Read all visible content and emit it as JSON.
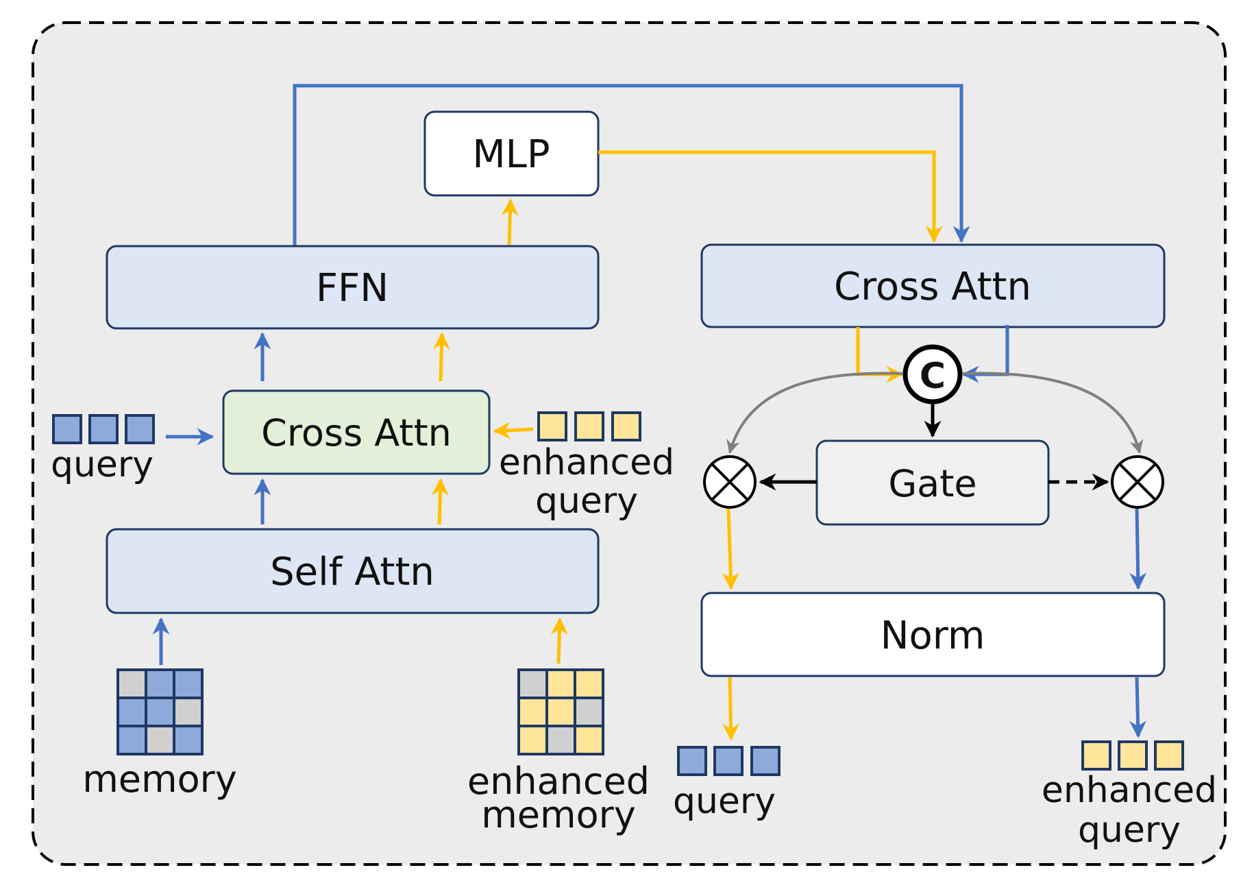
{
  "colors": {
    "panel_bg": "#ececec",
    "box_stroke": "#1f3864",
    "box_blue_fill": "#dce6f4",
    "box_green_fill": "#e4efd9",
    "box_white_fill": "#ffffff",
    "gate_fill": "#f0f0f0",
    "blue_arrow": "#4472c4",
    "yellow_arrow": "#ffc000",
    "gray_arrow": "#7f7f7f",
    "black_arrow": "#000000",
    "token_blue": "#8eaadb",
    "token_yellow": "#ffe599",
    "token_gray": "#d0d0d0"
  },
  "blocks": {
    "mlp": "MLP",
    "ffn": "FFN",
    "cross_attn_left": "Cross Attn",
    "self_attn": "Self Attn",
    "cross_attn_right": "Cross Attn",
    "gate": "Gate",
    "norm": "Norm",
    "concat_symbol": "C"
  },
  "labels": {
    "query_in": "query",
    "enhanced_query_in": [
      "enhanced",
      "query"
    ],
    "memory": "memory",
    "enhanced_memory": [
      "enhanced",
      "memory"
    ],
    "query_out": "query",
    "enhanced_query_out": [
      "enhanced",
      "query"
    ]
  },
  "token_grids": {
    "memory": [
      [
        "gray",
        "blue",
        "blue"
      ],
      [
        "blue",
        "blue",
        "gray"
      ],
      [
        "blue",
        "gray",
        "blue"
      ]
    ],
    "enhanced_memory": [
      [
        "gray",
        "yellow",
        "yellow"
      ],
      [
        "yellow",
        "yellow",
        "gray"
      ],
      [
        "yellow",
        "gray",
        "yellow"
      ]
    ]
  }
}
